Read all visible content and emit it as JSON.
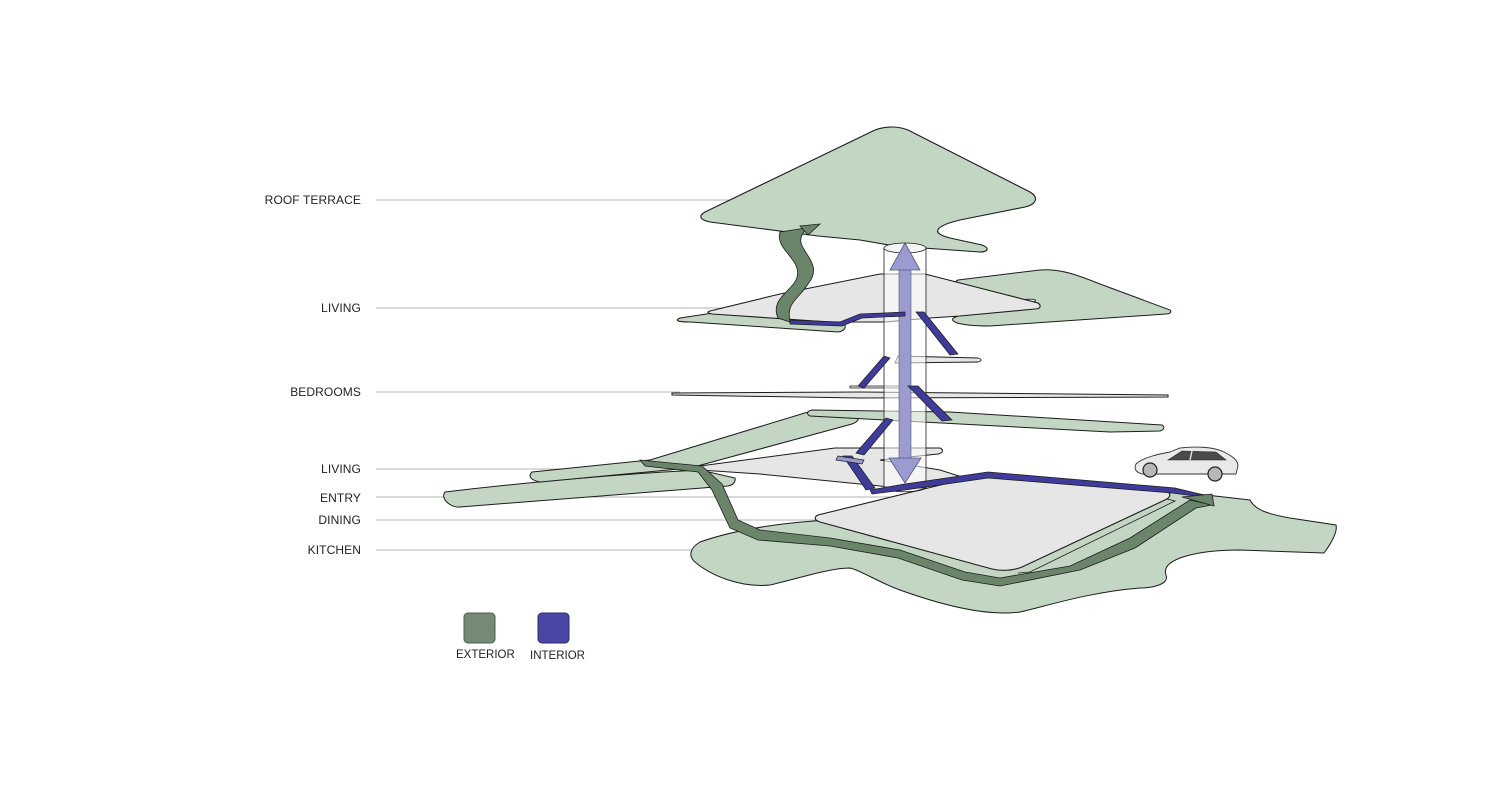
{
  "levels": {
    "roof_terrace": "ROOF TERRACE",
    "living_upper": "LIVING",
    "bedrooms": "BEDROOMS",
    "living_lower": "LIVING",
    "entry": "ENTRY",
    "dining": "DINING",
    "kitchen": "KITCHEN"
  },
  "legend": {
    "exterior": {
      "label": "EXTERIOR",
      "color": "#748a74"
    },
    "interior": {
      "label": "INTERIOR",
      "color": "#4a46a4"
    }
  },
  "colors": {
    "landscape": "#c2d6c3",
    "interior_floor": "#e6e6e6",
    "exterior_path": "#6b856b",
    "interior_path": "#3f3b9a",
    "vertical_arrow": "#9b9bd0"
  }
}
